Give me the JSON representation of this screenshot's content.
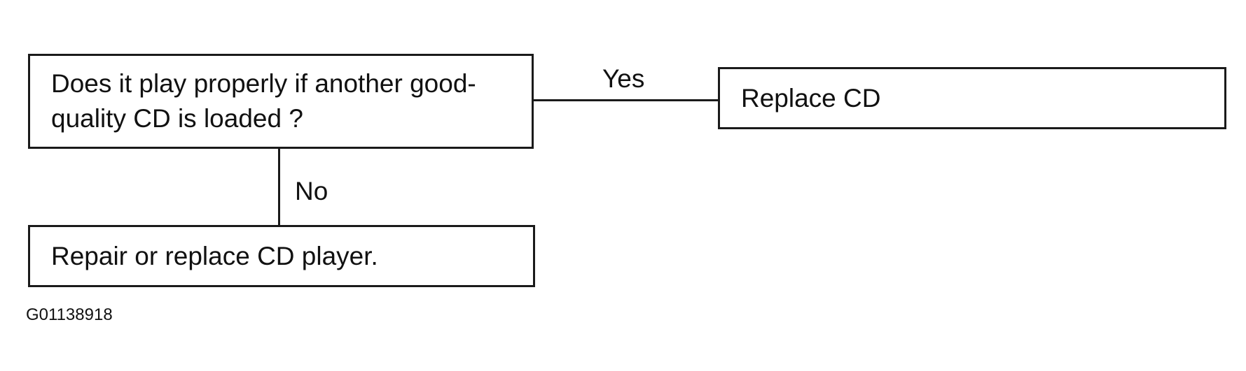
{
  "flowchart": {
    "question": "Does it play properly if another good-quality CD is loaded ?",
    "yes_label": "Yes",
    "yes_result": "Replace CD",
    "no_label": "No",
    "no_result": "Repair or replace CD player."
  },
  "figure_id": "G01138918"
}
